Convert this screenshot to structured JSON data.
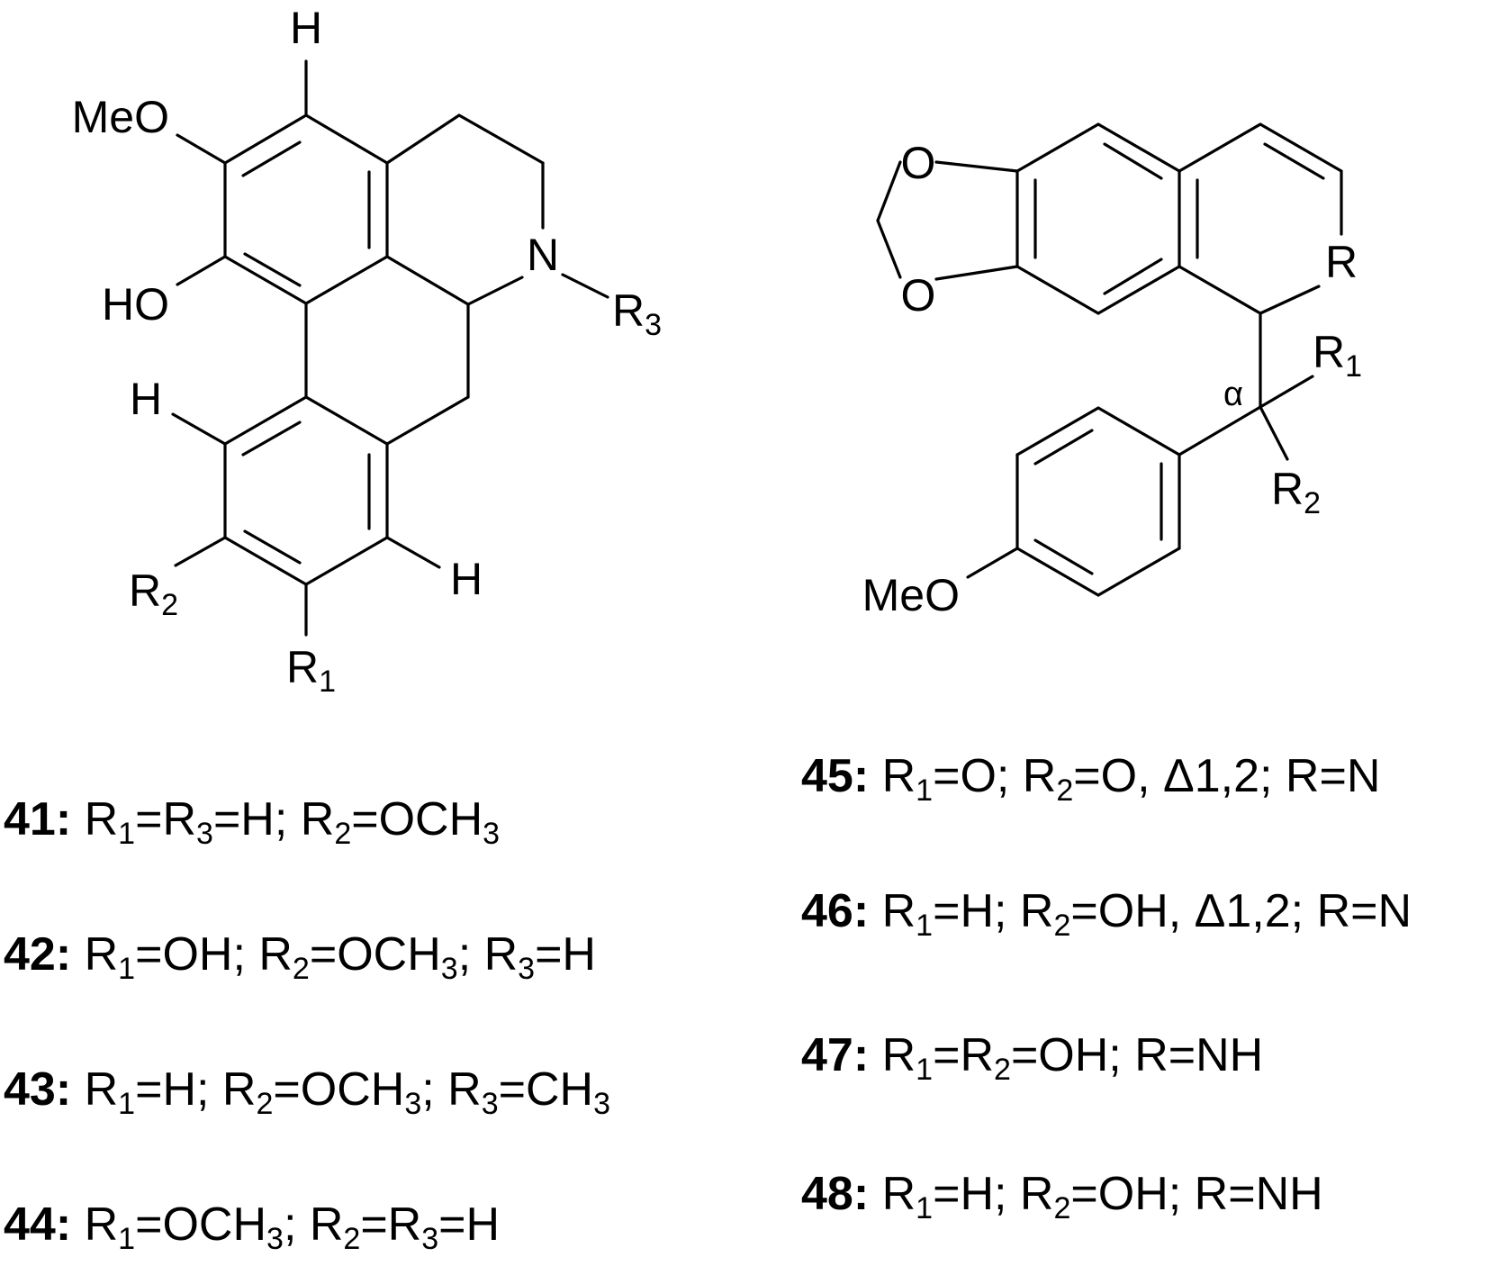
{
  "structure_a": {
    "labels": {
      "h_top": "H",
      "meo": "MeO",
      "ho": "HO",
      "n": "N",
      "r3": "R",
      "r3_sub": "3",
      "h_left": "H",
      "h_right": "H",
      "r2": "R",
      "r2_sub": "2",
      "r1": "R",
      "r1_sub": "1"
    }
  },
  "structure_b": {
    "labels": {
      "o_top": "O",
      "o_bottom": "O",
      "r": "R",
      "r1": "R",
      "r1_sub": "1",
      "alpha": "α",
      "r2": "R",
      "r2_sub": "2",
      "meo": "MeO"
    }
  },
  "compounds": [
    {
      "id": "41:",
      "parts": [
        [
          "R",
          "1"
        ],
        [
          "=R",
          "3"
        ],
        [
          "=H; R",
          "2"
        ],
        [
          "=OCH",
          "3"
        ]
      ]
    },
    {
      "id": "42:",
      "parts": [
        [
          "R",
          "1"
        ],
        [
          "=OH; R",
          "2"
        ],
        [
          "=OCH",
          "3"
        ],
        [
          "; R",
          "3"
        ],
        [
          "=H",
          ""
        ]
      ]
    },
    {
      "id": "43:",
      "parts": [
        [
          "R",
          "1"
        ],
        [
          "=H; R",
          "2"
        ],
        [
          "=OCH",
          "3"
        ],
        [
          "; R",
          "3"
        ],
        [
          "=CH",
          "3"
        ]
      ]
    },
    {
      "id": "44:",
      "parts": [
        [
          "R",
          "1"
        ],
        [
          "=OCH",
          "3"
        ],
        [
          "; R",
          "2"
        ],
        [
          "=R",
          "3"
        ],
        [
          "=H",
          ""
        ]
      ]
    },
    {
      "id": "45:",
      "parts": [
        [
          "R",
          "1"
        ],
        [
          "=O; R",
          "2"
        ],
        [
          "=O, Δ1,2; R=N",
          ""
        ]
      ]
    },
    {
      "id": "46:",
      "parts": [
        [
          "R",
          "1"
        ],
        [
          "=H; R",
          "2"
        ],
        [
          "=OH, Δ1,2; R=N",
          ""
        ]
      ]
    },
    {
      "id": "47:",
      "parts": [
        [
          "R",
          "1"
        ],
        [
          "=R",
          "2"
        ],
        [
          "=OH; R=NH",
          ""
        ]
      ]
    },
    {
      "id": "48:",
      "parts": [
        [
          "R",
          "1"
        ],
        [
          "=H; R",
          "2"
        ],
        [
          "=OH; R=NH",
          ""
        ]
      ]
    }
  ]
}
